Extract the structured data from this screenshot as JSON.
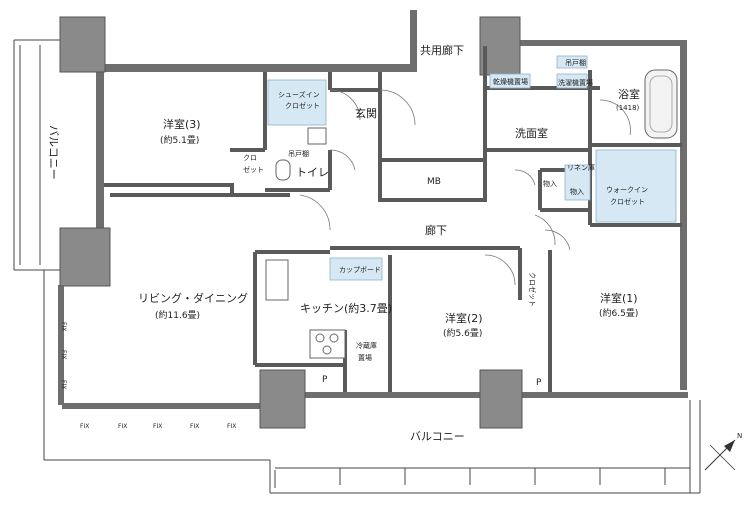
{
  "rooms": {
    "common_corridor": "共用廊下",
    "bedroom3": "洋室(3)",
    "bedroom3_size": "(約5.1畳)",
    "shoe_closet": "シューズイン\nクロゼット",
    "entrance": "玄関",
    "hanging_cupboard_toilet": "吊戸棚",
    "closet_small": "クロ\nゼット",
    "toilet": "トイレ",
    "mb": "MB",
    "washroom": "洗面室",
    "hanging_cupboard_wash": "吊戸棚",
    "dryer_space": "乾燥機置場",
    "washer_space": "洗濯機置場",
    "linen_cabinet": "リネン庫",
    "bathroom": "浴室",
    "bathroom_size": "(1418)",
    "storage1": "物入",
    "storage2": "物入",
    "walk_in_closet": "ウォークイン\nクロゼット",
    "hallway": "廊下",
    "living_dining": "リビング・ダイニング",
    "living_dining_size": "(約11.6畳)",
    "cupboard": "カップボード",
    "kitchen": "キッチン(約3.7畳)",
    "fridge_space": "冷蔵庫\n置場",
    "bedroom2": "洋室(2)",
    "bedroom2_size": "(約5.6畳)",
    "closet_b2": "クロ\nゼット",
    "bedroom1": "洋室(1)",
    "bedroom1_size": "(約6.5畳)",
    "pipe_space_1": "P",
    "pipe_space_2": "P",
    "balcony_left": "バルコニー",
    "balcony_bottom": "バルコニー"
  },
  "fix_label": "FIX",
  "compass": "N",
  "colors": {
    "wall": "#6e6e6e",
    "column": "#8a8a8a",
    "storage_highlight": "#d6e8f3"
  }
}
